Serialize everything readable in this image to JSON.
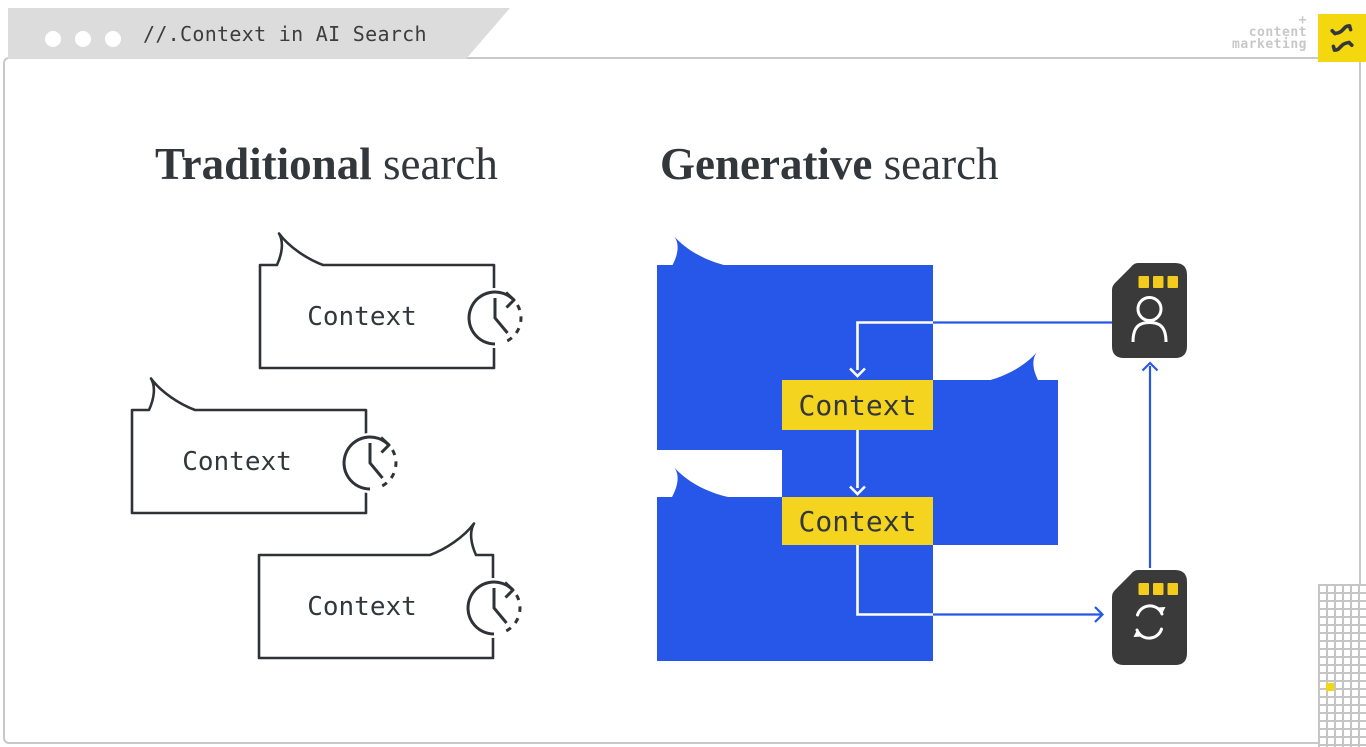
{
  "tab": {
    "title": "//.Context in AI Search"
  },
  "brand": {
    "plus": "+",
    "line1": "content",
    "line2": "marketing"
  },
  "headings": {
    "traditional_bold": "Traditional",
    "traditional_rest": " search",
    "generative_bold": "Generative",
    "generative_rest": " search"
  },
  "traditional": {
    "bubbles": [
      "Context",
      "Context",
      "Context"
    ]
  },
  "generative": {
    "context_boxes": [
      "Context",
      "Context"
    ]
  },
  "icons": {
    "left_bubble_icon": "clock-history-icon",
    "top_right_chip": "memory-card-user-icon",
    "bottom_right_chip": "memory-card-refresh-icon"
  },
  "colors": {
    "blue": "#2757e8",
    "context_yellow": "#f5d420",
    "logo_yellow": "#f4d80f",
    "outline_ink": "#2f3237",
    "tab_gray": "#dcdcdc",
    "frame_border": "#c9c9c9",
    "brand_gray": "#c8c8c8",
    "chip_dark": "#3a3a3a"
  }
}
